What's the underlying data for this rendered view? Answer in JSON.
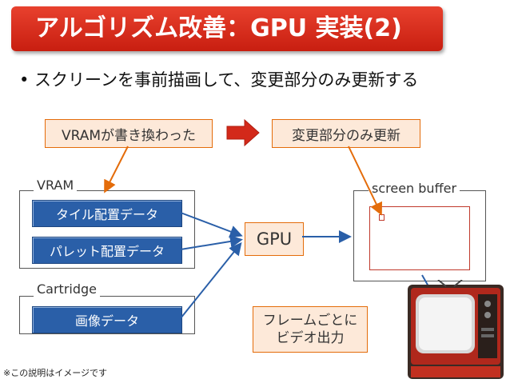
{
  "title": "アルゴリズム改善：GPU 実装(2)",
  "bullet": "• スクリーンを事前描画して、変更部分のみ更新する",
  "flow": {
    "vram_changed": "VRAMが書き換わった",
    "update_changed": "変更部分のみ更新"
  },
  "vram": {
    "label": "VRAM",
    "items": [
      "タイル配置データ",
      "パレット配置データ"
    ]
  },
  "cartridge": {
    "label": "Cartridge",
    "items": [
      "画像データ"
    ]
  },
  "gpu_label": "GPU",
  "screen_buffer_label": "screen buffer",
  "video_out": {
    "line1": "フレームごとに",
    "line2": "ビデオ出力"
  },
  "footnote": "※この説明はイメージです",
  "colors": {
    "title_red": "#d3291a",
    "accent_orange": "#e46c0a",
    "box_fill": "#fde9d9",
    "blue": "#2a5fa8"
  }
}
